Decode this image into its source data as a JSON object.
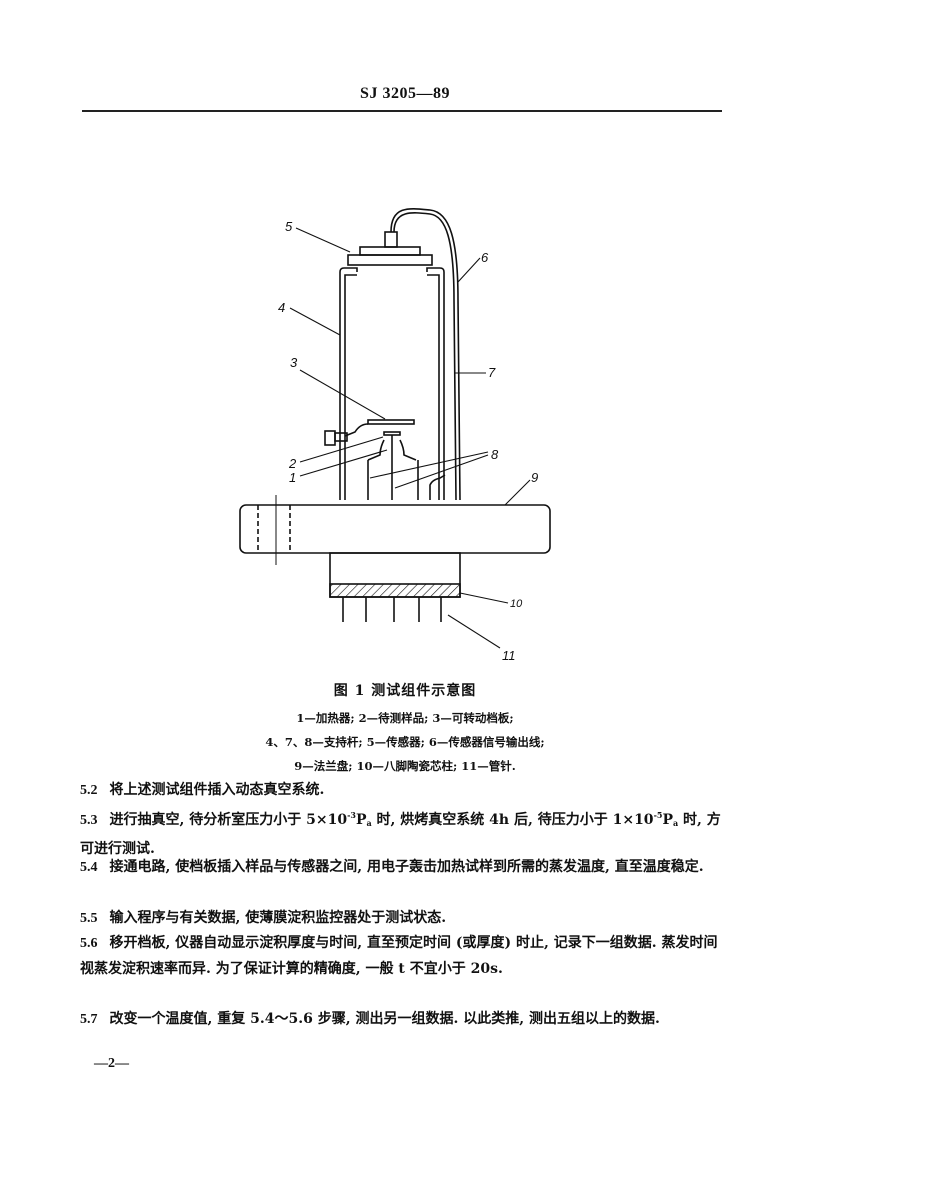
{
  "header": {
    "standard_code": "SJ 3205—89"
  },
  "figure": {
    "caption": "图 1   测试组件示意图",
    "callouts": [
      "1",
      "2",
      "3",
      "4",
      "5",
      "6",
      "7",
      "8",
      "9",
      "10",
      "11"
    ],
    "legend_lines": [
      "1—加热器; 2—待测样品; 3—可转动档板;",
      "4、7、8—支持杆; 5—传感器; 6—传感器信号输出线;",
      "9—法兰盘; 10—八脚陶瓷芯柱; 11—管针."
    ]
  },
  "sections": [
    {
      "num": "5.2",
      "text": "将上述测试组件插入动态真空系统."
    },
    {
      "num": "5.3",
      "text_a": "进行抽真空, 待分析室压力小于 5×10",
      "exp_a": "-3",
      "unit_a": "P",
      "sub_a": "a",
      "text_b": " 时, 烘烤真空系统 4h 后, 待压力小于 1×10",
      "exp_b": "-5",
      "unit_b": "P",
      "sub_b": "a",
      "text_c": " 时, 方可进行测试."
    },
    {
      "num": "5.4",
      "text": "接通电路, 使档板插入样品与传感器之间, 用电子轰击加热试样到所需的蒸发温度, 直至温度稳定."
    },
    {
      "num": "5.5",
      "text": "输入程序与有关数据, 使薄膜淀积监控器处于测试状态."
    },
    {
      "num": "5.6",
      "text": "移开档板, 仪器自动显示淀积厚度与时间, 直至预定时间 (或厚度) 时止, 记录下一组数据. 蒸发时间视蒸发淀积速率而异. 为了保证计算的精确度, 一般 t 不宜小于 20s."
    },
    {
      "num": "5.7",
      "text": "改变一个温度值, 重复 5.4～5.6 步骤, 测出另一组数据. 以此类推, 测出五组以上的数据."
    }
  ],
  "footer": {
    "page_number": "—2—"
  }
}
